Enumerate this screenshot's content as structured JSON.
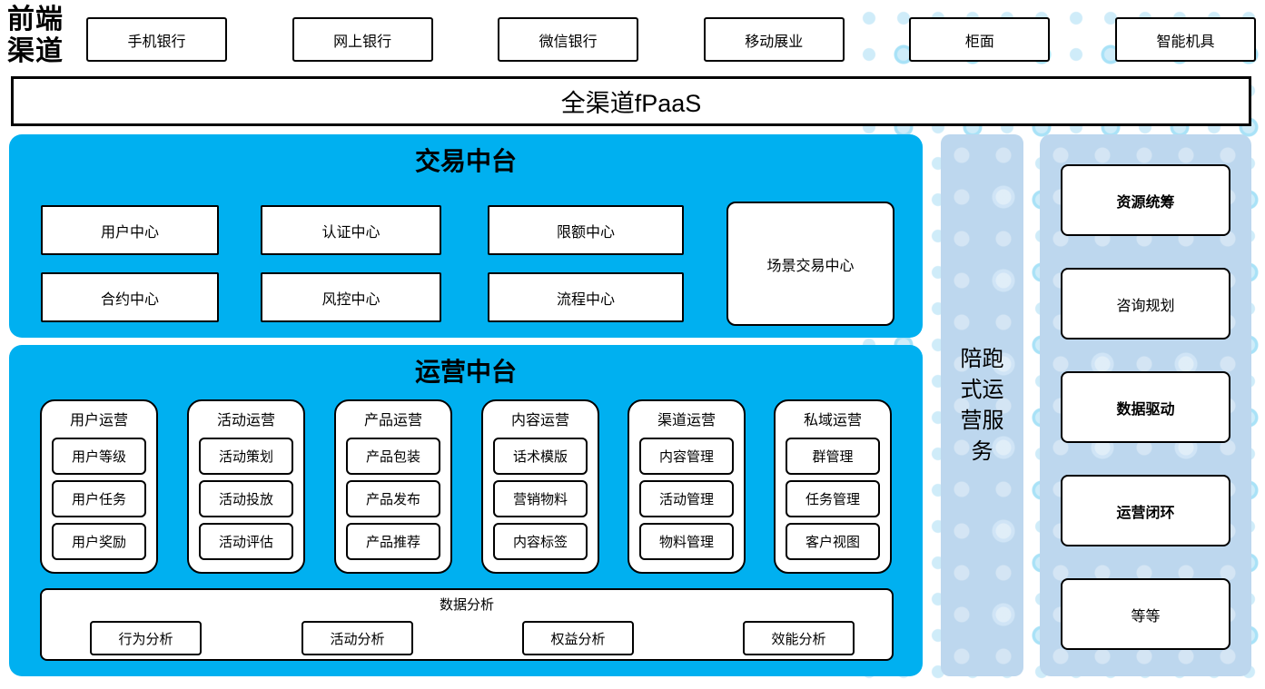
{
  "colors": {
    "accent_blue": "#00B0F0",
    "light_blue": "#BDD7EE",
    "border": "#000000"
  },
  "front_channels": {
    "label": "前端渠道",
    "items": [
      "手机银行",
      "网上银行",
      "微信银行",
      "移动展业",
      "柜面",
      "智能机具"
    ]
  },
  "fpaas": {
    "label": "全渠道fPaaS"
  },
  "trade_platform": {
    "title": "交易中台",
    "centers": [
      "用户中心",
      "认证中心",
      "限额中心",
      "合约中心",
      "风控中心",
      "流程中心"
    ],
    "scene_center": "场景交易中心"
  },
  "operation_platform": {
    "title": "运营中台",
    "columns": [
      {
        "title": "用户运营",
        "items": [
          "用户等级",
          "用户任务",
          "用户奖励"
        ]
      },
      {
        "title": "活动运营",
        "items": [
          "活动策划",
          "活动投放",
          "活动评估"
        ]
      },
      {
        "title": "产品运营",
        "items": [
          "产品包装",
          "产品发布",
          "产品推荐"
        ]
      },
      {
        "title": "内容运营",
        "items": [
          "话术模版",
          "营销物料",
          "内容标签"
        ]
      },
      {
        "title": "渠道运营",
        "items": [
          "内容管理",
          "活动管理",
          "物料管理"
        ]
      },
      {
        "title": "私域运营",
        "items": [
          "群管理",
          "任务管理",
          "客户视图"
        ]
      }
    ],
    "data_analysis": {
      "title": "数据分析",
      "items": [
        "行为分析",
        "活动分析",
        "权益分析",
        "效能分析"
      ]
    }
  },
  "side_service": {
    "label": "陪跑式运营服务"
  },
  "right_panel": {
    "items": [
      {
        "label": "资源统筹"
      },
      {
        "label": "咨询规划"
      },
      {
        "label": "数据驱动"
      },
      {
        "label": "运营闭环"
      },
      {
        "label": "等等"
      }
    ]
  }
}
